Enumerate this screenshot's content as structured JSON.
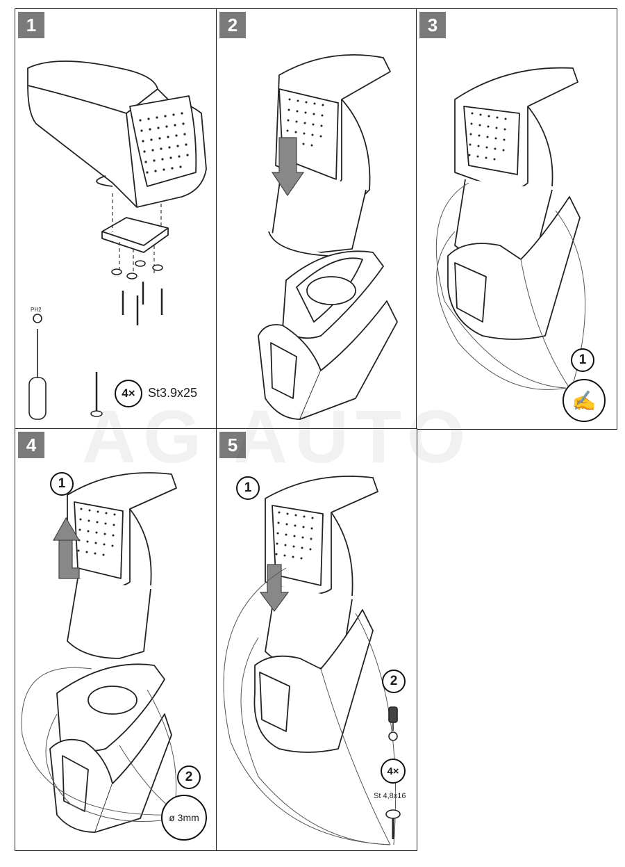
{
  "watermark": "AG AUTO",
  "steps": [
    {
      "number": "1",
      "bit_label": "PH2",
      "screw_qty": "4×",
      "screw_spec": "St3.9x25"
    },
    {
      "number": "2"
    },
    {
      "number": "3",
      "substep": "1"
    },
    {
      "number": "4",
      "substep_a": "1",
      "substep_b": "2",
      "hole_size": "ø 3mm"
    },
    {
      "number": "5",
      "substep_a": "1",
      "substep_b": "2",
      "screw_qty": "4×",
      "screw_spec": "St 4,8x16"
    }
  ]
}
